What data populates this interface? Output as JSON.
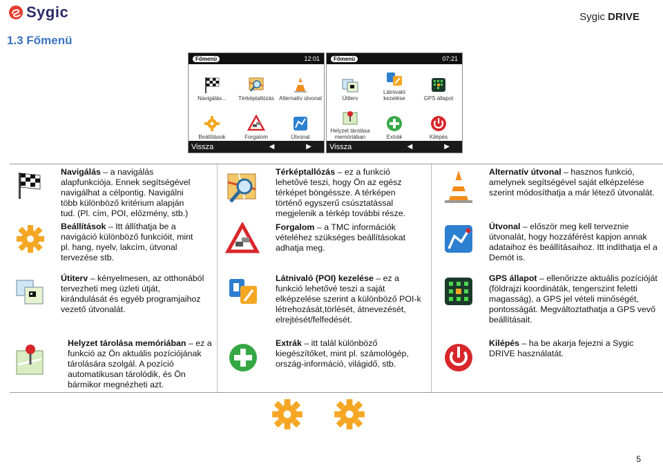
{
  "header": {
    "logo_text": "Sygic",
    "right_prefix": "Sygic",
    "right_bold": "DRIVE",
    "section_title": "1.3 Főmenü"
  },
  "screens": [
    {
      "title": "Főmenü",
      "time": "12:01",
      "items": [
        "Navigálás...",
        "Térképtallózás",
        "Alternatív útvonal",
        "Beállítások",
        "Forgalom",
        "Útvonal"
      ],
      "back_label": "Vissza"
    },
    {
      "title": "Főmenü",
      "time": "07:21",
      "items": [
        "Útiterv",
        "Látnivaló kezelése",
        "GPS állapot",
        "Helyzet tárolása memóriában",
        "Extrák",
        "Kilépés"
      ],
      "back_label": "Vissza"
    }
  ],
  "entries": {
    "navigalas": {
      "term": "Navigálás",
      "text": " – a navigálás alapfunkciója. Ennek segítségével navigálhat a célpontig. Navigálni több különböző kritérium alapján tud. (Pl. cím, POI, előzmény, stb.)"
    },
    "beallitasok": {
      "term": "Beállítások",
      "text": " – Itt állíthatja be a navigáció különböző funkcióit, mint pl. hang, nyelv, lakcím, útvonal tervezése stb."
    },
    "utiterv": {
      "term": "Útiterv",
      "text": " – kényelmesen, az otthonából tervezheti meg üzleti útját, kirándulását és egyéb programjaihoz vezető útvonalát."
    },
    "helyzet": {
      "term": "Helyzet tárolása memóriában",
      "text": " – ez a funkció az Ön aktuális pozíciójának tárolására szolgál. A pozíció automatikusan tárolódik, és Ön bármikor megnézheti azt."
    },
    "terkeptallozas": {
      "term": "Térképtallózás",
      "text": " – ez a funkció lehetővé teszi, hogy Ön az egész térképet böngéssze. A térképen történő egyszerű csúsztatással megjelenik a térkép további része."
    },
    "forgalom": {
      "term": "Forgalom",
      "text": " – a TMC információk vételéhez szükséges beállításokat adhatja meg."
    },
    "latnivalo": {
      "term": "Látnivaló (POI) kezelése",
      "text": " – ez a funkció lehetővé teszi a saját elképzelése szerint a különböző POI-k létrehozását,törlését, átnevezését, elrejtését/felfedését."
    },
    "extrak": {
      "term": "Extrák",
      "text": " – itt talál különböző kiegészítőket, mint pl. számológép, ország-információ, világidő, stb."
    },
    "alternativ": {
      "term": "Alternatív útvonal",
      "text": " – hasznos funkció, amelynek segítségével saját elképzelése szerint módosíthatja a már létező útvonalát."
    },
    "utvonal": {
      "term": "Útvonal",
      "text": " – először meg kell terveznie útvonalát, hogy hozzáférést kapjon annak adataihoz és beállításaihoz. Itt indíthatja el a Demót is."
    },
    "gps": {
      "term": "GPS állapot",
      "text": " – ellenőrizze aktuális pozícióját (földrajzi koordináták, tengerszint feletti magasság), a GPS jel vételi minőségét, pontosságát. Megváltoztathatja a GPS vevő beállításait."
    },
    "kilepes": {
      "term": "Kilépés",
      "text": " – ha be akarja fejezni a Sygic DRIVE használatát."
    }
  },
  "page_number": "5",
  "colors": {
    "title_blue": "#3a73c0",
    "logo_navy": "#2b2b6b",
    "gear_orange": "#f5a623",
    "cone_orange": "#f28c1a",
    "plus_green": "#35a845",
    "exit_red": "#d8262b"
  }
}
